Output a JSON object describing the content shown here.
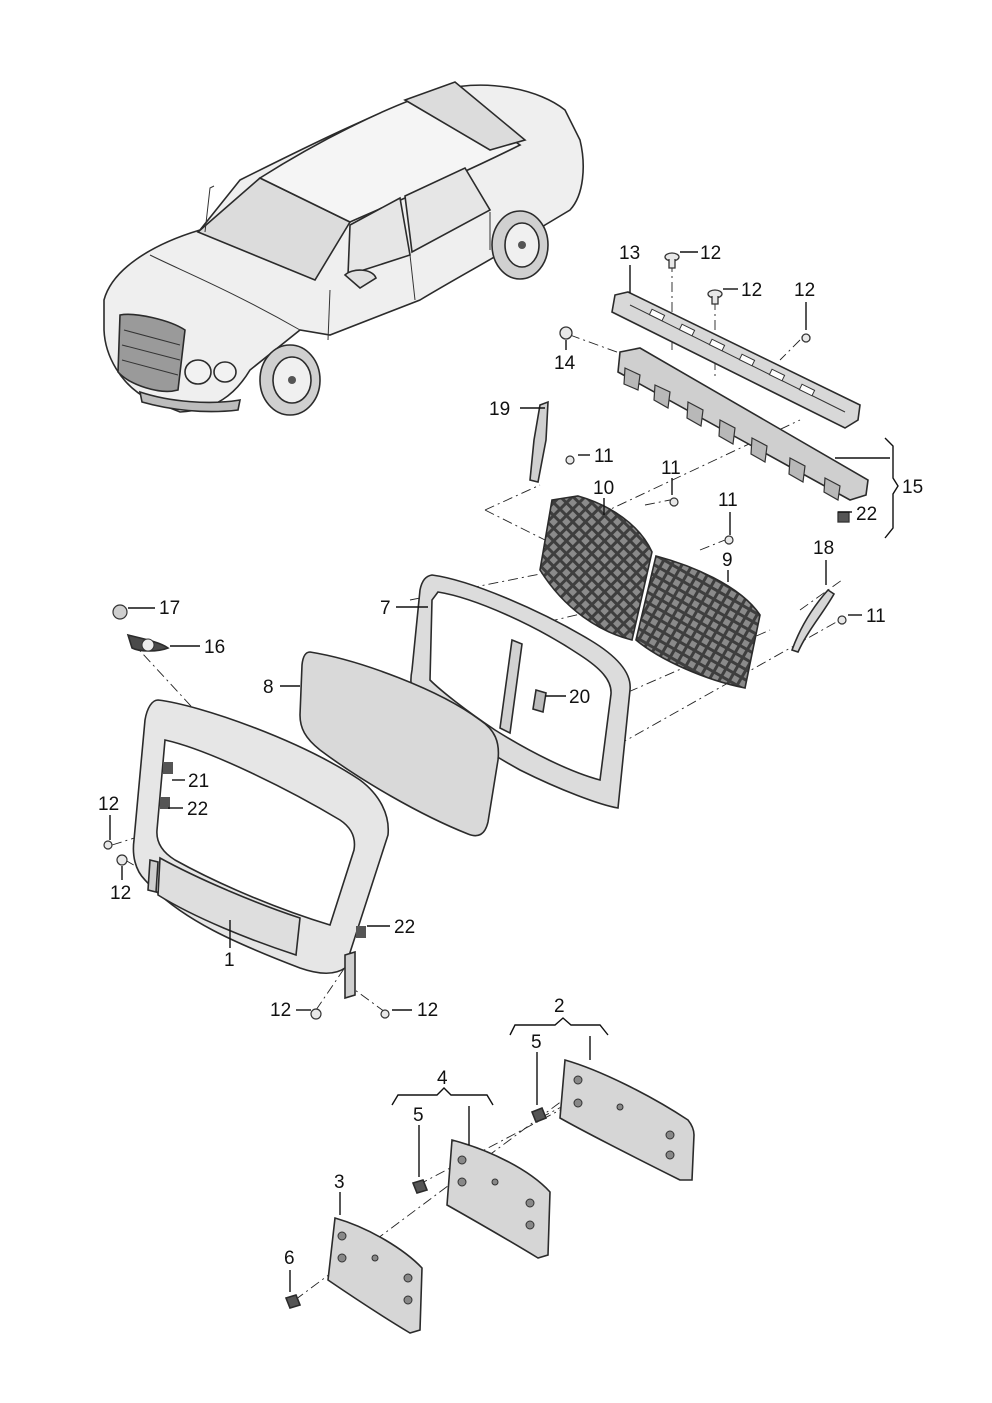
{
  "callouts": {
    "c1": "1",
    "c2": "2",
    "c3": "3",
    "c4": "4",
    "c5a": "5",
    "c5b": "5",
    "c6": "6",
    "c7": "7",
    "c8": "8",
    "c9": "9",
    "c10": "10",
    "c11a": "11",
    "c11b": "11",
    "c11c": "11",
    "c11d": "11",
    "c12a": "12",
    "c12b": "12",
    "c12c": "12",
    "c12d": "12",
    "c12e": "12",
    "c12f": "12",
    "c12g": "12",
    "c13": "13",
    "c14": "14",
    "c15": "15",
    "c16": "16",
    "c17": "17",
    "c18": "18",
    "c19": "19",
    "c20": "20",
    "c21": "21",
    "c22a": "22",
    "c22b": "22",
    "c22c": "22"
  },
  "colors": {
    "line": "#2b2b2b",
    "body_fill": "#e4e4e4",
    "mesh_fill": "#4a4a4a",
    "glass_fill": "#d9d9d9"
  }
}
